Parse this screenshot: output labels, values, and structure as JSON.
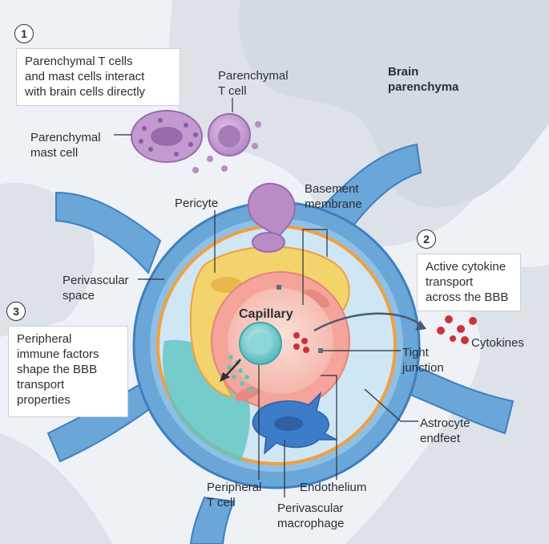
{
  "section1": {
    "number": "1",
    "text": "Parenchymal T cells\nand mast cells interact\nwith brain cells directly"
  },
  "section2": {
    "number": "2",
    "text": "Active cytokine\ntransport\nacross the BBB"
  },
  "section3": {
    "number": "3",
    "text": "Peripheral\nimmune factors\nshape the BBB\ntransport\nproperties"
  },
  "labels": {
    "brain_parenchyma": "Brain\nparenchyma",
    "parenchymal_t_cell": "Parenchymal\nT cell",
    "parenchymal_mast_cell": "Parenchymal\nmast cell",
    "pericyte": "Pericyte",
    "basement_membrane": "Basement\nmembrane",
    "perivascular_space": "Perivascular\nspace",
    "capillary": "Capillary",
    "cytokines": "Cytokines",
    "tight_junction": "Tight\njunction",
    "astrocyte_endfeet": "Astrocyte\nendfeet",
    "endothelium": "Endothelium",
    "peripheral_t_cell": "Peripheral\nT cell",
    "perivascular_macrophage": "Perivascular\nmacrophage"
  },
  "colors": {
    "background": "#eef1f5",
    "brain_fold": "#dde2e9",
    "astrocyte": "#6aa6d8",
    "astrocyte_dark": "#3e7fbf",
    "perivascular_space": "#cfe6f5",
    "basement_membrane": "#f0a040",
    "pericyte": "#f3d36b",
    "endothelium": "#f4a49a",
    "capillary_lumen": "#f7c8c0",
    "cell_purple": "#b98cc6",
    "cytokine_red": "#c8343a",
    "t_cell_teal": "#6fc9c9",
    "macrophage": "#3c7cc8"
  }
}
